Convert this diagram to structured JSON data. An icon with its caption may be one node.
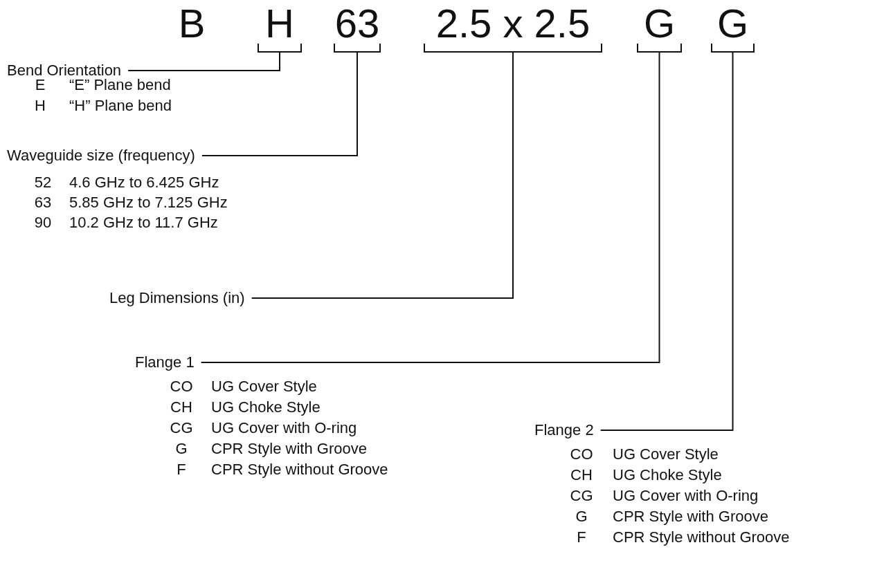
{
  "diagram": {
    "nodes": [
      {
        "text": [
          "B"
        ]
      },
      {
        "text": [
          "H"
        ]
      },
      {
        "text": [
          "63"
        ]
      },
      {
        "text": [
          "2.5 x 2.5"
        ]
      },
      {
        "text": [
          "G"
        ]
      },
      {
        "text": [
          "G"
        ]
      },
      {
        "text": [
          "Bend Orientation"
        ]
      },
      {
        "text": [
          "Waveguide size (frequency)"
        ]
      },
      {
        "text": [
          "Leg Dimensions (in)"
        ]
      },
      {
        "text": [
          "Flange 1"
        ]
      },
      {
        "text": [
          "Flange 2"
        ]
      }
    ],
    "edges": [
      {
        "from": 6,
        "to": 1,
        "arrow": "none"
      },
      {
        "from": 7,
        "to": 2,
        "arrow": "none"
      },
      {
        "from": 8,
        "to": 3,
        "arrow": "none"
      },
      {
        "from": 9,
        "to": 4,
        "arrow": "none"
      },
      {
        "from": 10,
        "to": 5,
        "arrow": "none"
      }
    ],
    "labels": [
      "E",
      "“E” Plane bend",
      "H",
      "“H” Plane bend",
      "52",
      "4.6 GHz to 6.425 GHz",
      "63",
      "5.85 GHz to 7.125 GHz",
      "90",
      "10.2 GHz to 11.7 GHz",
      "CO",
      "UG Cover Style",
      "CH",
      "UG Choke Style",
      "CG",
      "UG Cover with O-ring",
      "G",
      "CPR Style with Groove",
      "F",
      "CPR Style without Groove",
      "CO",
      "UG Cover Style",
      "CH",
      "UG Choke Style",
      "CG",
      "UG Cover with O-ring",
      "G",
      "CPR Style with Groove",
      "F",
      "CPR Style without Groove"
    ]
  }
}
